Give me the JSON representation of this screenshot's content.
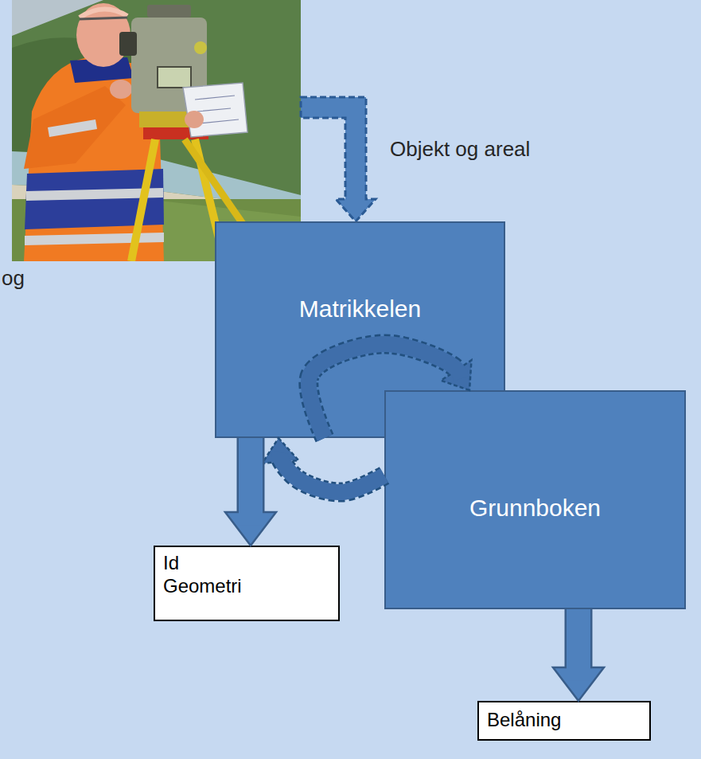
{
  "diagram": {
    "nodes": [
      {
        "text": [
          "Matrikkelen"
        ]
      },
      {
        "text": [
          "Grunnboken"
        ]
      },
      {
        "text": [
          "Id",
          "Geometri"
        ]
      },
      {
        "text": [
          "Belåning"
        ]
      }
    ],
    "edges": [
      {
        "from": 0,
        "to": 1,
        "arrow": "to"
      },
      {
        "from": 1,
        "to": 0,
        "arrow": "to"
      },
      {
        "from": 0,
        "to": 2,
        "arrow": "to"
      },
      {
        "from": 1,
        "to": 3,
        "arrow": "to"
      }
    ],
    "labels": [
      "Objekt og areal",
      "og"
    ]
  }
}
